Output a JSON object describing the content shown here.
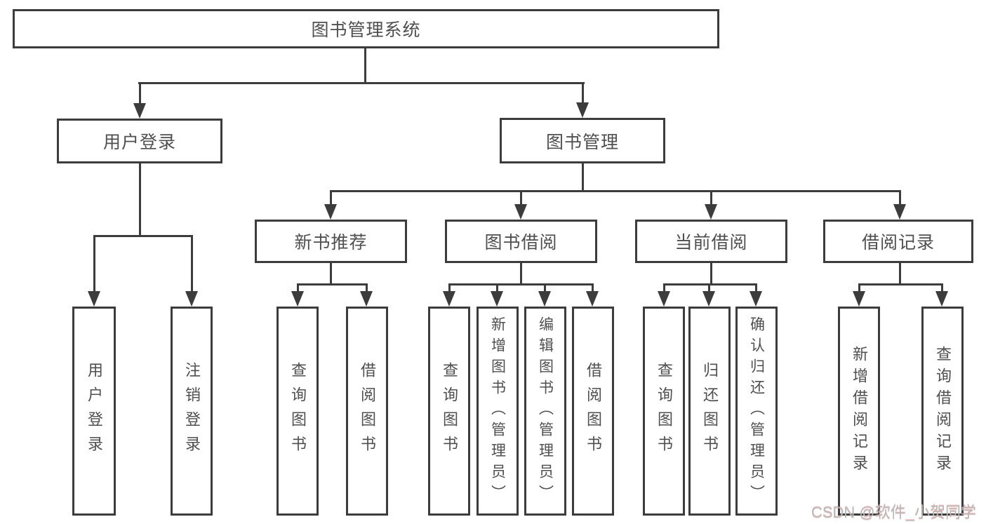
{
  "nodes": {
    "root": "图书管理系统",
    "user_login": "用户登录",
    "book_mgmt": "图书管理",
    "new_book_rec": "新书推荐",
    "book_borrow": "图书借阅",
    "current_borrow": "当前借阅",
    "borrow_records": "借阅记录",
    "ul_user_login": "用户登录",
    "ul_logout": "注销登录",
    "nb_query_book": "查询图书",
    "nb_borrow_book": "借阅图书",
    "bb_query_book": "查询图书",
    "bb_add_book": "新增图书（管理员）",
    "bb_edit_book": "编辑图书（管理员）",
    "bb_borrow_book": "借阅图书",
    "cb_query_book": "查询图书",
    "cb_return_book": "归还图书",
    "cb_confirm_return": "确认归还（管理员）",
    "br_add_record": "新增借阅记录",
    "br_query_record": "查询借阅记录"
  },
  "watermark": "CSDN @软件_小贺同学",
  "colors": {
    "line": "#3c3c3c",
    "text": "#4f4f4f",
    "watermark": "#b9b9b9"
  }
}
